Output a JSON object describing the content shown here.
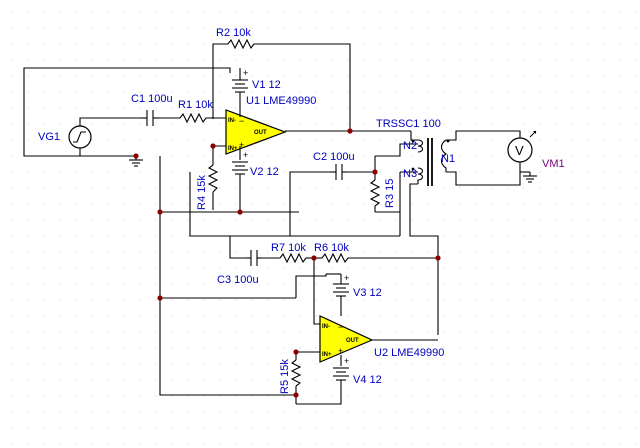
{
  "components": {
    "r2": "R2 10k",
    "v1": "V1 12",
    "u1": "U1 LME49990",
    "c1": "C1 100u",
    "r1": "R1 10k",
    "vg1": "VG1",
    "trssc1": "TRSSC1 100",
    "n2": "N2",
    "n1": "N1",
    "n3": "N3",
    "c2": "C2 100u",
    "vm1": "VM1",
    "v2": "V2 12",
    "r4": "R4 15k",
    "r3": "R3 15",
    "r7": "R7 10k",
    "r6": "R6 10k",
    "c3": "C3 100u",
    "v3": "V3 12",
    "u2": "U2 LME49990",
    "r5": "R5 15k",
    "v4": "V4 12"
  },
  "opamp_pins": {
    "inv": "IN-",
    "noninv": "IN+",
    "out": "OUT",
    "minus": "−",
    "plus": "+"
  },
  "meter_symbol": "V",
  "colors": {
    "wire": "#000000",
    "label": "#0000c0",
    "meter_label": "#800080",
    "opamp_fill": "#ffff00",
    "junction": "#8b0000",
    "grid_dot": "#c8c8c8"
  }
}
